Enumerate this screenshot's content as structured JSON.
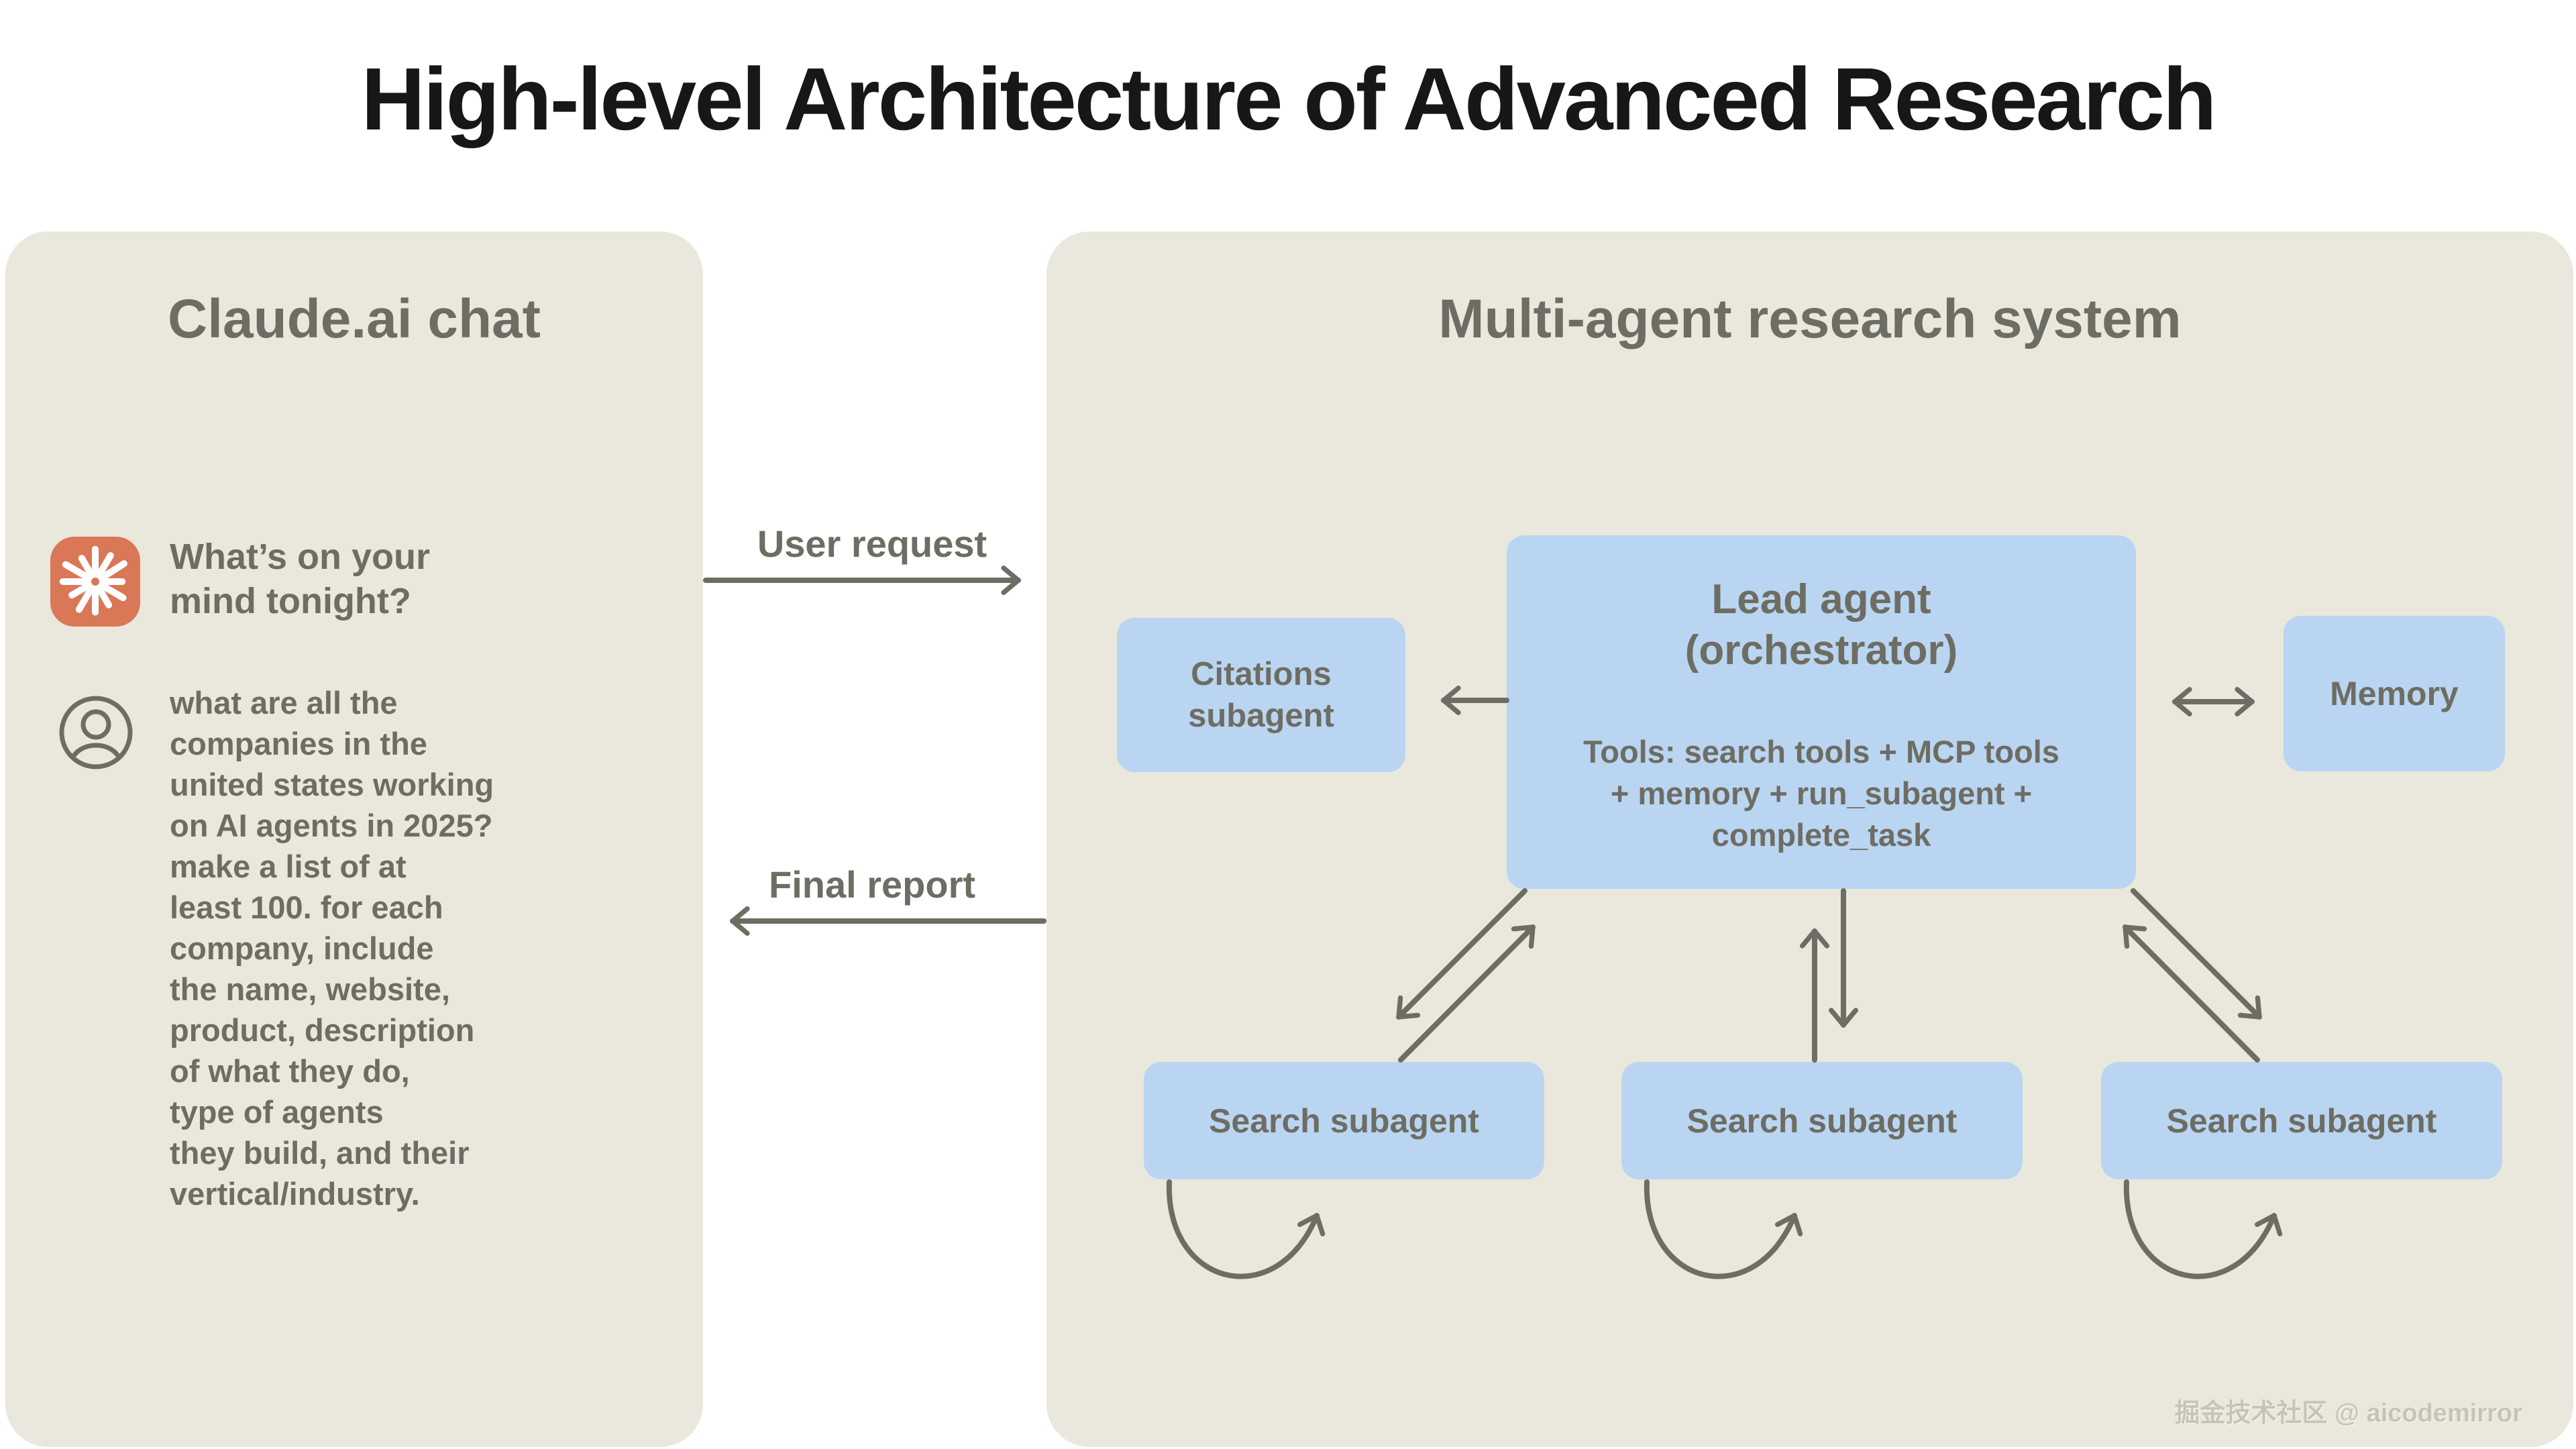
{
  "title": "High-level Architecture of Advanced Research",
  "colors": {
    "page_bg": "#ffffff",
    "panel_bg": "#EAE8DC",
    "box_blue": "#B9D5F1",
    "ink": "#6E6D63",
    "title_ink": "#171717",
    "claude_orange": "#D97757",
    "watermark_ink": "#C6C4B6"
  },
  "left_panel": {
    "heading": "Claude.ai chat",
    "claude_icon": "claude-spark-logo",
    "prompt_heading": "What’s on your\nmind tonight?",
    "user_icon": "user-avatar",
    "user_query": "what are all the\ncompanies in the\nunited states working\non AI agents in 2025?\nmake a list of at\nleast 100. for each\ncompany, include\nthe name, website,\nproduct, description\nof what they do,\ntype of agents\nthey build, and their\nvertical/industry."
  },
  "flow": {
    "user_request_label": "User request",
    "final_report_label": "Final report"
  },
  "right_panel": {
    "heading": "Multi-agent research system",
    "lead_agent_title": "Lead agent\n(orchestrator)",
    "lead_agent_tools": "Tools: search tools + MCP tools\n+ memory + run_subagent +\ncomplete_task",
    "citations_label": "Citations\nsubagent",
    "memory_label": "Memory",
    "search_subagents": [
      "Search subagent",
      "Search subagent",
      "Search subagent"
    ],
    "watermark": "掘金技术社区 @ aicodemirror"
  }
}
